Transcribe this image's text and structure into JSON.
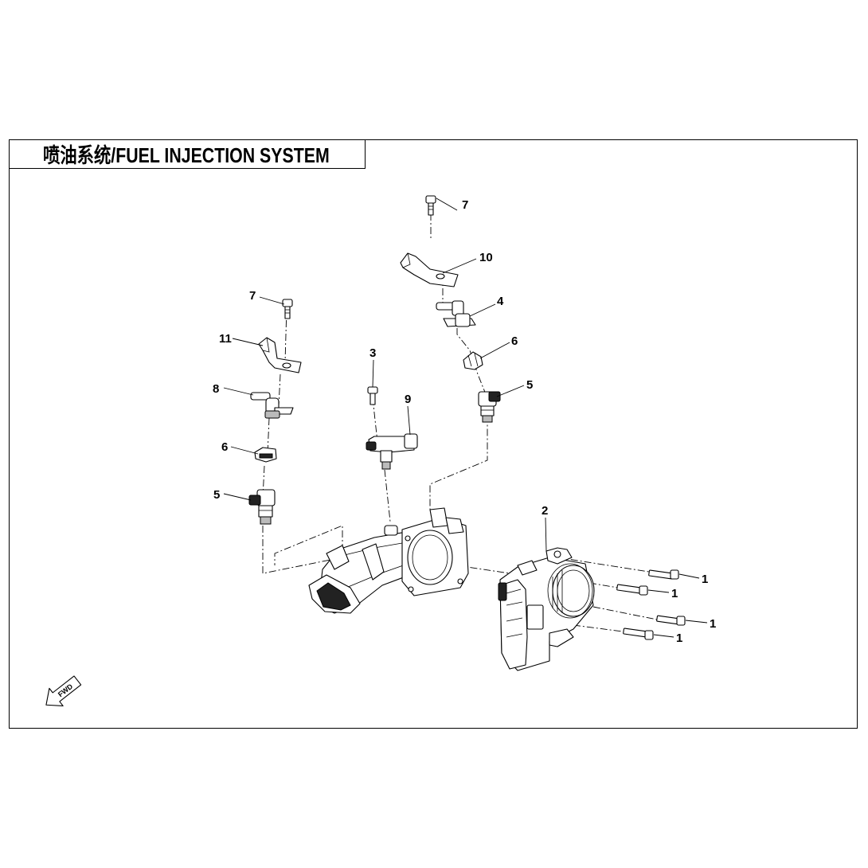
{
  "title": "喷油系统/FUEL INJECTION SYSTEM",
  "fwd_label": "FWD",
  "callouts": [
    {
      "id": "c7a",
      "label": "7"
    },
    {
      "id": "c10",
      "label": "10"
    },
    {
      "id": "c4",
      "label": "4"
    },
    {
      "id": "c6a",
      "label": "6"
    },
    {
      "id": "c5a",
      "label": "5"
    },
    {
      "id": "c7b",
      "label": "7"
    },
    {
      "id": "c11",
      "label": "11"
    },
    {
      "id": "c8",
      "label": "8"
    },
    {
      "id": "c6b",
      "label": "6"
    },
    {
      "id": "c5b",
      "label": "5"
    },
    {
      "id": "c3",
      "label": "3"
    },
    {
      "id": "c9",
      "label": "9"
    },
    {
      "id": "c2",
      "label": "2"
    },
    {
      "id": "c1a",
      "label": "1"
    },
    {
      "id": "c1b",
      "label": "1"
    },
    {
      "id": "c1c",
      "label": "1"
    },
    {
      "id": "c1d",
      "label": "1"
    }
  ]
}
